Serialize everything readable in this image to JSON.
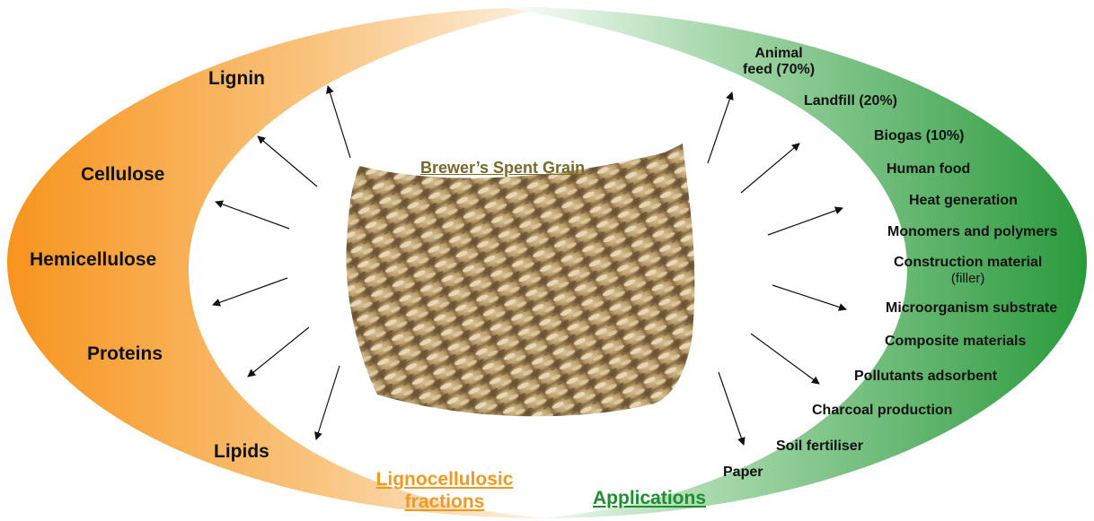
{
  "center": {
    "title": "Brewer’s Spent Grain"
  },
  "left": {
    "title_line1": "Lignocellulosic",
    "title_line2": "fractions",
    "items": [
      "Lignin",
      "Cellulose",
      "Hemicellulose",
      "Proteins",
      "Lipids"
    ]
  },
  "right": {
    "title": "Applications",
    "items": [
      {
        "line1": "Animal",
        "line2": "feed (70%)"
      },
      {
        "label": "Landfill (20%)"
      },
      {
        "label": "Biogas (10%)"
      },
      {
        "label": "Human food"
      },
      {
        "label": "Heat generation"
      },
      {
        "label": "Monomers and polymers"
      },
      {
        "label": "Construction material",
        "note": "(filler)"
      },
      {
        "label": "Microorganism substrate"
      },
      {
        "label": "Composite materials"
      },
      {
        "label": "Pollutants adsorbent"
      },
      {
        "label": "Charcoal production"
      },
      {
        "label": "Soil fertiliser"
      },
      {
        "label": "Paper"
      }
    ]
  },
  "colors": {
    "orange": "#f7941d",
    "orange_light": "#fbe6cc",
    "green": "#2a9a3c",
    "green_light": "#e4f3e6",
    "left_title": "#f29a1f",
    "right_title": "#1f8f2e",
    "center_title": "#7a6a2a"
  }
}
